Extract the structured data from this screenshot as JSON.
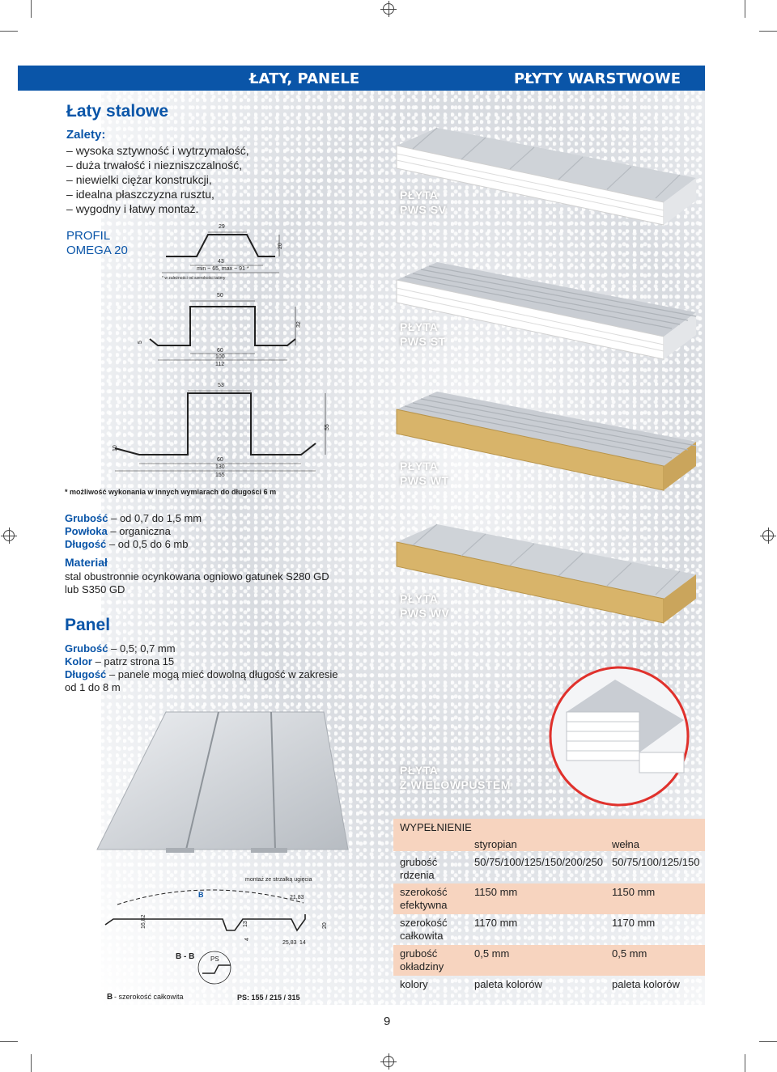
{
  "header": {
    "left": "ŁATY, PANELE",
    "right": "PŁYTY WARSTWOWE"
  },
  "section_title": "Łaty stalowe",
  "advantages": {
    "heading": "Zalety:",
    "items": [
      "wysoka sztywność i wytrzymałość,",
      "duża trwałość i niezniszczalność,",
      "niewielki ciężar konstrukcji,",
      "idealna płaszczyzna rusztu,",
      "wygodny i łatwy montaż."
    ]
  },
  "profile": {
    "label": "PROFIL",
    "name": "OMEGA 20"
  },
  "diagram1": {
    "d_top": "29",
    "d_bottom": "43",
    "d_range": "min ~ 65, max ~ 91 *",
    "d_height": "20",
    "note": "* w zależności od szerokości taśmy"
  },
  "diagram2": {
    "d_top": "50",
    "d_side": "5",
    "d_height": "32",
    "d_inner": "60",
    "d_mid": "100",
    "d_outer": "112"
  },
  "diagram3": {
    "d_top": "53",
    "d_side": "10",
    "d_height": "55",
    "d_inner": "60",
    "d_mid": "130",
    "d_outer": "155"
  },
  "note": "* możliwość wykonania w innych wymiarach do długości 6 m",
  "specs": [
    {
      "label": "Grubość",
      "value": "od 0,7 do 1,5 mm"
    },
    {
      "label": "Powłoka",
      "value": "organiczna"
    },
    {
      "label": "Długość",
      "value": "od 0,5 do 6 mb"
    }
  ],
  "material": {
    "heading": "Materiał",
    "text": "stal obustronnie ocynkowana ogniowo gatunek S280 GD lub S350 GD"
  },
  "panel": {
    "title": "Panel",
    "specs": [
      {
        "label": "Grubość",
        "value": "0,5; 0,7 mm"
      },
      {
        "label": "Kolor",
        "value": "patrz strona 15"
      },
      {
        "label": "Długość",
        "value": "panele mogą mieć dowolną długość w zakresie od 1 do 8 m"
      }
    ],
    "diagram": {
      "mount": "montaż ze strzałką ugięcia",
      "b_label": "B",
      "section": "B - B",
      "ps": "PS",
      "d_2183": "21,83",
      "d_1682": "16,82",
      "d_2583": "25,83",
      "d_14": "14",
      "d_20": "20",
      "d_13": "13",
      "d_4": "4",
      "caption_b": "B",
      "caption": " - szerokość całkowita",
      "ps_values": "PS: 155 / 215 / 315"
    }
  },
  "plates": [
    {
      "line1": "PŁYTA",
      "line2": "PWS SV"
    },
    {
      "line1": "PŁYTA",
      "line2": "PWS ST"
    },
    {
      "line1": "PŁYTA",
      "line2": "PWS WT"
    },
    {
      "line1": "PŁYTA",
      "line2": "PWS WV"
    },
    {
      "line1": "PŁYTA",
      "line2": "Z WIELOWPUSTEM"
    }
  ],
  "filling_table": {
    "title": "WYPEŁNIENIE",
    "columns": [
      "styropian",
      "wełna"
    ],
    "rows": [
      {
        "label1": "grubość",
        "label2": "rdzenia",
        "a": "50/75/100/125/150/200/250",
        "b": "50/75/100/125/150"
      },
      {
        "label1": "szerokość",
        "label2": "efektywna",
        "a": "1150 mm",
        "b": "1150 mm"
      },
      {
        "label1": "szerokość",
        "label2": "całkowita",
        "a": "1170 mm",
        "b": "1170 mm"
      },
      {
        "label1": "grubość",
        "label2": "okładziny",
        "a": "0,5 mm",
        "b": "0,5 mm"
      },
      {
        "label1": "kolory",
        "label2": "",
        "a": "paleta kolorów",
        "b": "paleta kolorów"
      }
    ]
  },
  "colors": {
    "brand": "#0a55a8",
    "table_band": "#f7d4bf",
    "wool_core": "#d8b46a"
  },
  "page_number": "9"
}
